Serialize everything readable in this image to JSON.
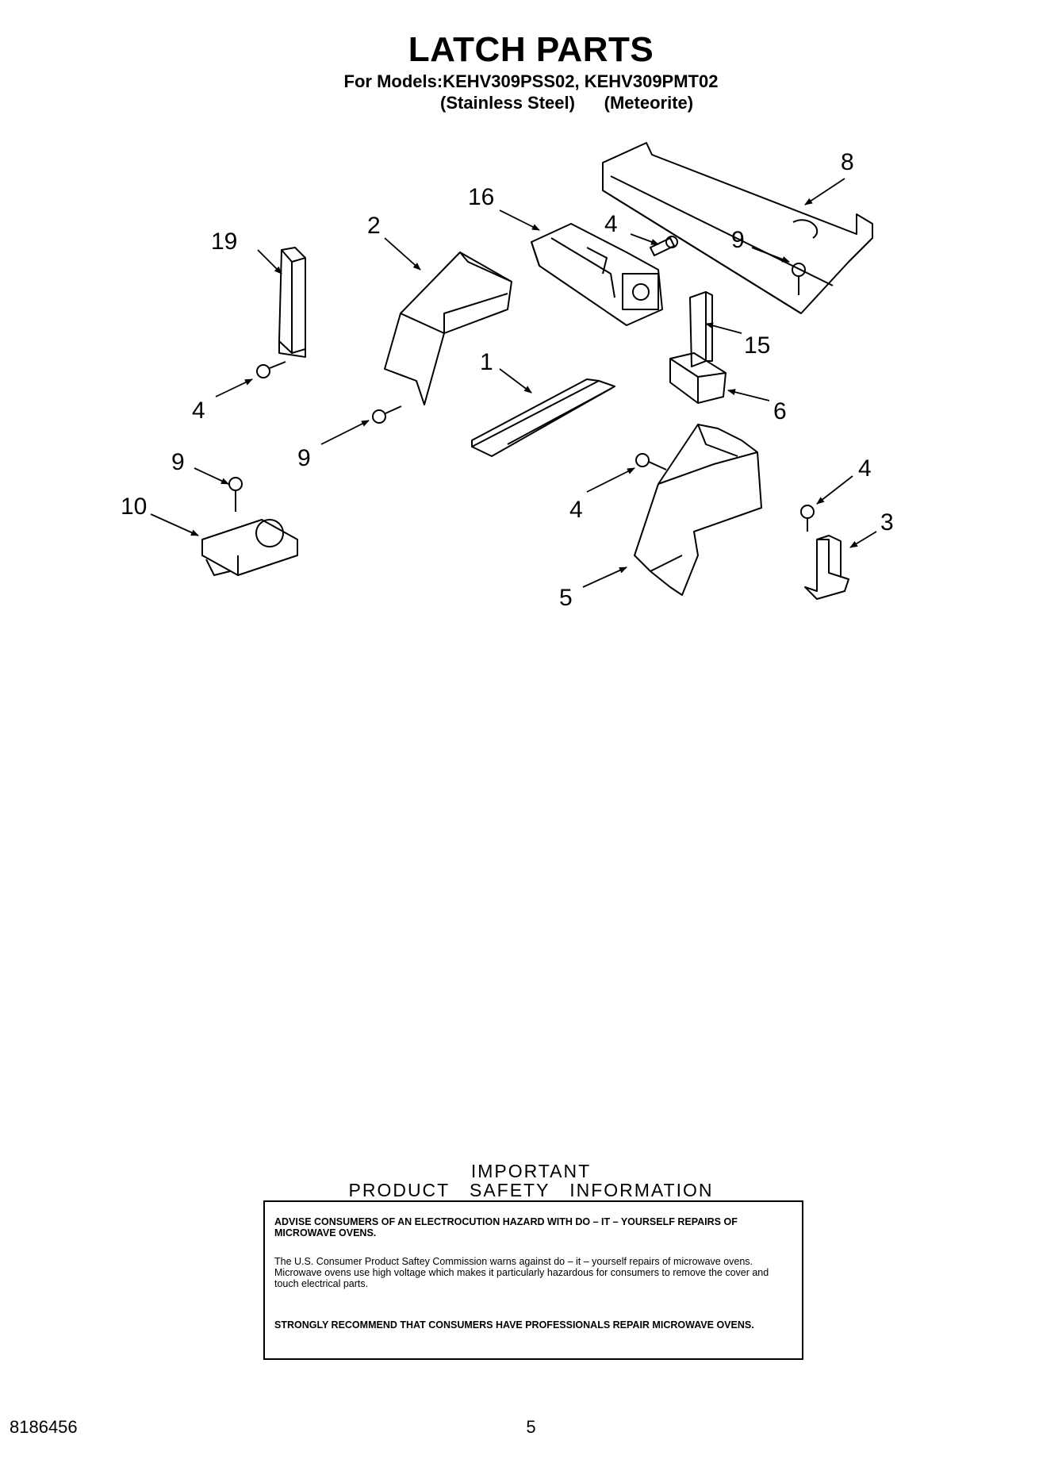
{
  "header": {
    "title": "LATCH PARTS",
    "models_line": "For Models:KEHV309PSS02, KEHV309PMT02",
    "finish_1": "(Stainless Steel)",
    "finish_2": "(Meteorite)"
  },
  "callouts": {
    "c1": "1",
    "c2": "2",
    "c3": "3",
    "c4a": "4",
    "c4b": "4",
    "c4c": "4",
    "c4d": "4",
    "c5": "5",
    "c6": "6",
    "c8": "8",
    "c9a": "9",
    "c9b": "9",
    "c9c": "9",
    "c10": "10",
    "c15": "15",
    "c16": "16",
    "c19": "19"
  },
  "safety": {
    "heading_1": "IMPORTANT",
    "heading_2": "PRODUCT   SAFETY   INFORMATION",
    "advise": "ADVISE CONSUMERS OF AN ELECTROCUTION HAZARD WITH DO – IT – YOURSELF REPAIRS OF MICROWAVE OVENS.",
    "body": "The U.S. Consumer Product Saftey Commission warns against do – it – yourself repairs of microwave ovens. Microwave ovens use high voltage which makes it particularly hazardous for consumers to remove the cover and touch electrical parts.",
    "recommend": "STRONGLY RECOMMEND THAT CONSUMERS HAVE PROFESSIONALS REPAIR MICROWAVE OVENS."
  },
  "footer": {
    "part_number": "8186456",
    "page_number": "5"
  }
}
